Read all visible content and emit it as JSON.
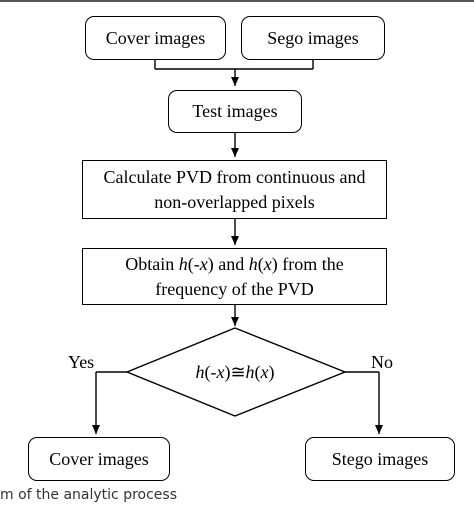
{
  "nodes": {
    "cover_images_in": "Cover images",
    "sego_images": "Sego images",
    "test_images": "Test images",
    "calc_line1": "Calculate PVD from continuous and",
    "calc_line2": "non-overlapped pixels",
    "obtain_pre": "Obtain ",
    "obtain_h1": "h",
    "obtain_arg1": "(-x)",
    "obtain_and": " and ",
    "obtain_h2": "h",
    "obtain_arg2": "(x)",
    "obtain_post": " from the",
    "obtain_line2": "frequency of the PVD",
    "decision_h1": "h",
    "decision_arg1": "(-x)",
    "decision_op": "≅",
    "decision_h2": "h",
    "decision_arg2": "(x)",
    "cover_images_out": "Cover images",
    "stego_images": "Stego images"
  },
  "branches": {
    "yes": "Yes",
    "no": "No"
  },
  "caption": "m of the analytic process"
}
